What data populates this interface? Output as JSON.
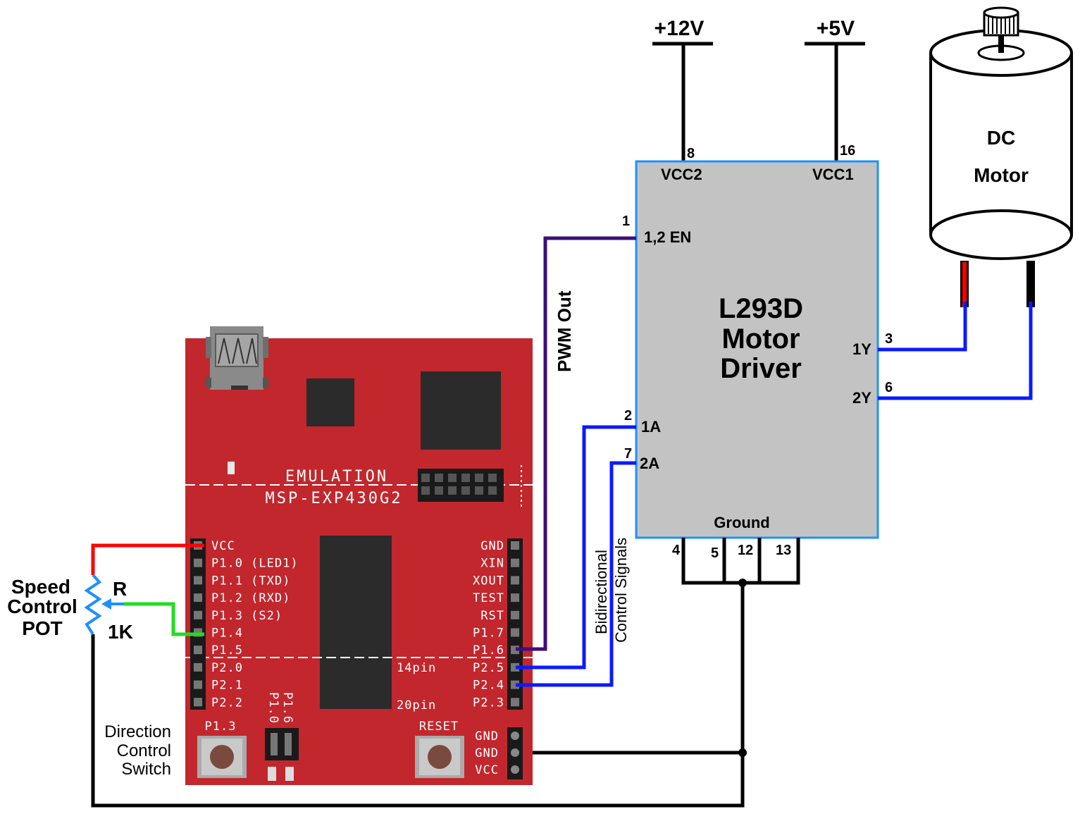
{
  "power": {
    "v12": "+12V",
    "v5": "+5V"
  },
  "driver": {
    "title_line1": "L293D",
    "title_line2": "Motor",
    "title_line3": "Driver",
    "vcc2_label": "VCC2",
    "vcc2_pin": "8",
    "vcc1_label": "VCC1",
    "vcc1_pin": "16",
    "en_label": "1,2 EN",
    "en_pin": "1",
    "in1_label": "1A",
    "in1_pin": "2",
    "in2_label": "2A",
    "in2_pin": "7",
    "out1_label": "1Y",
    "out1_pin": "3",
    "out2_label": "2Y",
    "out2_pin": "6",
    "ground_label": "Ground",
    "gnd_pins": [
      "4",
      "5",
      "12",
      "13"
    ],
    "fill_color": "#c3c3c3",
    "border_color": "#1e90ff"
  },
  "motor": {
    "line1": "DC",
    "line2": "Motor"
  },
  "wires": {
    "pwm_label": "PWM Out",
    "bidir_line1": "Bidirectional",
    "bidir_line2": "Control Signals",
    "pwm_color": "#3d0f7a",
    "signal_color": "#0a1aff",
    "power_color": "#ff0000",
    "pot_color": "#22dd22"
  },
  "pot": {
    "label_line1": "Speed",
    "label_line2": "Control",
    "label_line3": "POT",
    "r_label": "R",
    "value_label": "1K"
  },
  "switch_label": {
    "line1": "Direction",
    "line2": "Control",
    "line3": "Switch"
  },
  "board": {
    "color": "#c1272d",
    "emulation": "EMULATION",
    "model": "MSP-EXP430G2",
    "left_pins": [
      "VCC",
      "P1.0 (LED1)",
      "P1.1 (TXD)",
      "P1.2 (RXD)",
      "P1.3 (S2)",
      "P1.4",
      "P1.5",
      "P2.0",
      "P2.1",
      "P2.2"
    ],
    "right_pins": [
      "GND",
      "XIN",
      "XOUT",
      "TEST",
      "RST",
      "P1.7",
      "P1.6",
      "P2.5",
      "P2.4",
      "P2.3"
    ],
    "pin14": "14pin",
    "pin20": "20pin",
    "button_left": "P1.3",
    "button_right": "RESET",
    "jumper_a": "P1.0",
    "jumper_b": "P1.6",
    "power_pins": [
      "GND",
      "GND",
      "VCC"
    ]
  }
}
